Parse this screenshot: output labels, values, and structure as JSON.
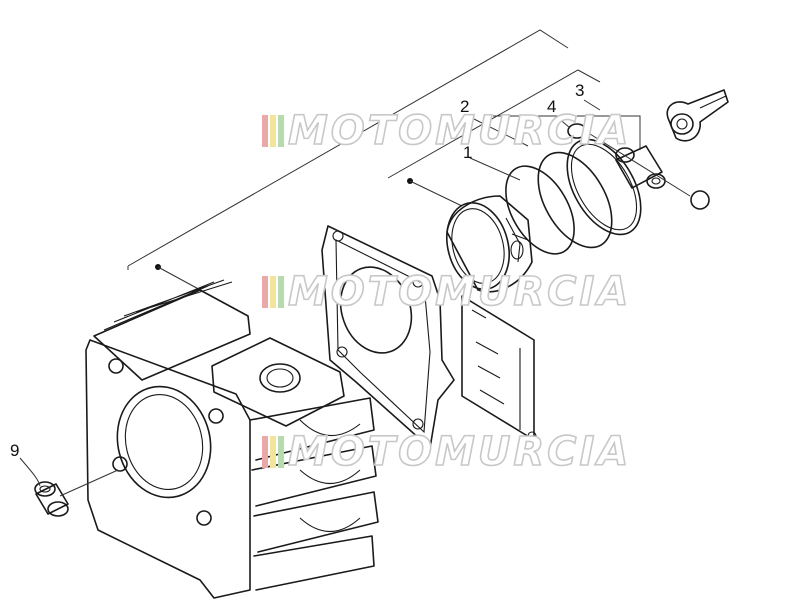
{
  "diagram": {
    "callouts": [
      {
        "id": "1",
        "label": "1"
      },
      {
        "id": "2",
        "label": "2"
      },
      {
        "id": "3",
        "label": "3"
      },
      {
        "id": "4",
        "label": "4"
      },
      {
        "id": "9",
        "label": "9"
      }
    ],
    "watermark": {
      "text": "MOTOMURCIA",
      "stripe_colors": [
        "#e9a9a9",
        "#f2e49a",
        "#b6dcae"
      ],
      "outline_color": "#c8c8c8"
    }
  }
}
